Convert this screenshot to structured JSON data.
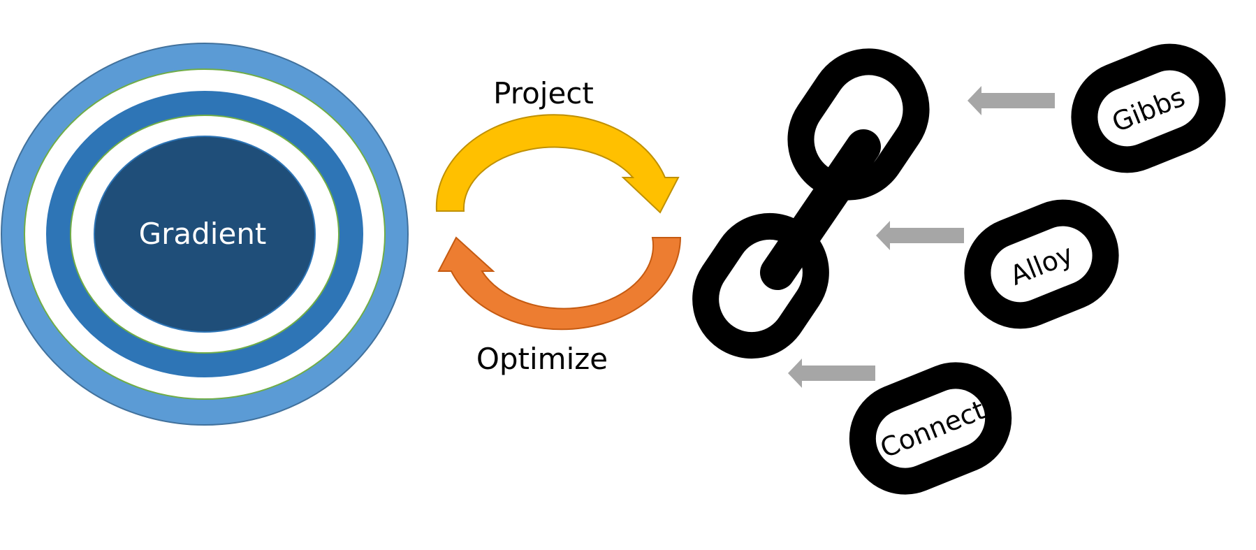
{
  "colors": {
    "ring_light": "#5b9bd5",
    "ring_mid": "#2e75b6",
    "core_dark": "#1f4e79",
    "ring_outline": "#70ad47",
    "arrow_project": "#ffc000",
    "arrow_project_edge": "#bf9000",
    "arrow_optimize": "#ed7d31",
    "arrow_optimize_edge": "#c55a11",
    "link_black": "#000000",
    "pointer_gray": "#a6a6a6"
  },
  "rings": {
    "core_label": "Gradient"
  },
  "cycle": {
    "top_label": "Project",
    "bottom_label": "Optimize"
  },
  "links": [
    {
      "label": "Gibbs",
      "icon": "chain-link-icon"
    },
    {
      "label": "Alloy",
      "icon": "chain-link-icon"
    },
    {
      "label": "Connect",
      "icon": "chain-link-icon"
    }
  ]
}
